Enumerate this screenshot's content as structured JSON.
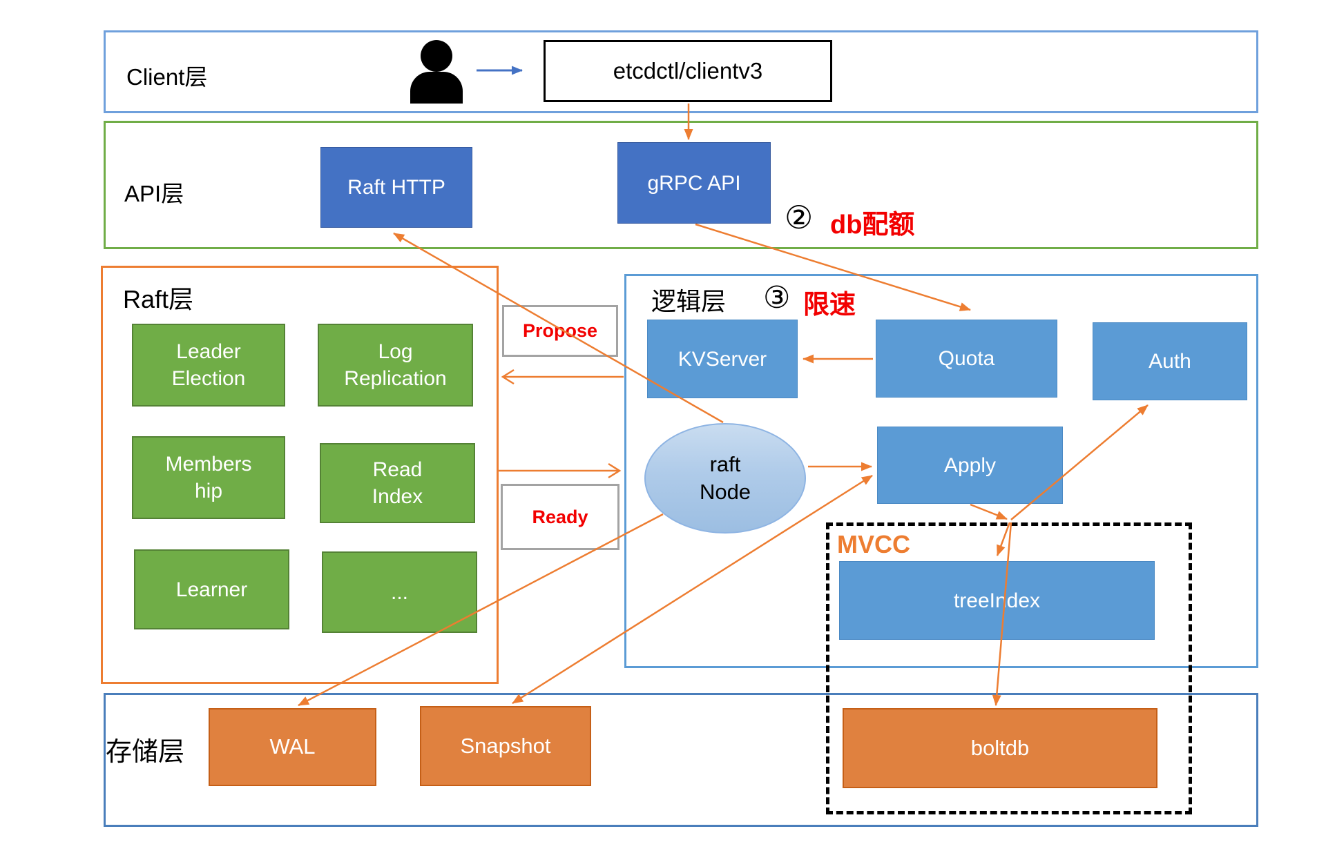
{
  "layers": {
    "client": {
      "label": "Client层"
    },
    "api": {
      "label": "API层"
    },
    "raft": {
      "label": "Raft层"
    },
    "logic": {
      "label": "逻辑层"
    },
    "storage": {
      "label": "存储层"
    }
  },
  "client": {
    "entry_box": "etcdctl/clientv3"
  },
  "api": {
    "raft_http": "Raft HTTP",
    "grpc_api": "gRPC API"
  },
  "raft": {
    "modules": [
      "Leader\nElection",
      "Log\nReplication",
      "Members\nhip",
      "Read\nIndex",
      "Learner",
      "..."
    ]
  },
  "logic": {
    "kvserver": "KVServer",
    "quota": "Quota",
    "auth": "Auth",
    "apply": "Apply",
    "raft_node": "raft\nNode",
    "mvcc": "MVCC",
    "tree_index": "treeIndex"
  },
  "storage": {
    "wal": "WAL",
    "snapshot": "Snapshot",
    "boltdb": "boltdb"
  },
  "annotations": {
    "step2_num": "②",
    "step2_label": "db配额",
    "step3_num": "③",
    "step3_label": "限速",
    "propose": "Propose",
    "ready": "Ready"
  },
  "icons": {
    "person": "black user silhouette"
  },
  "colors": {
    "arrow_orange": "#ED7D31",
    "dark_blue": "#4472C4",
    "medium_blue": "#5B9BD5",
    "green": "#70AD47",
    "orange_fill": "#E0813F",
    "red": "#F20000",
    "client_border": "#6FA0DC",
    "storage_border": "#4A7EBB"
  }
}
